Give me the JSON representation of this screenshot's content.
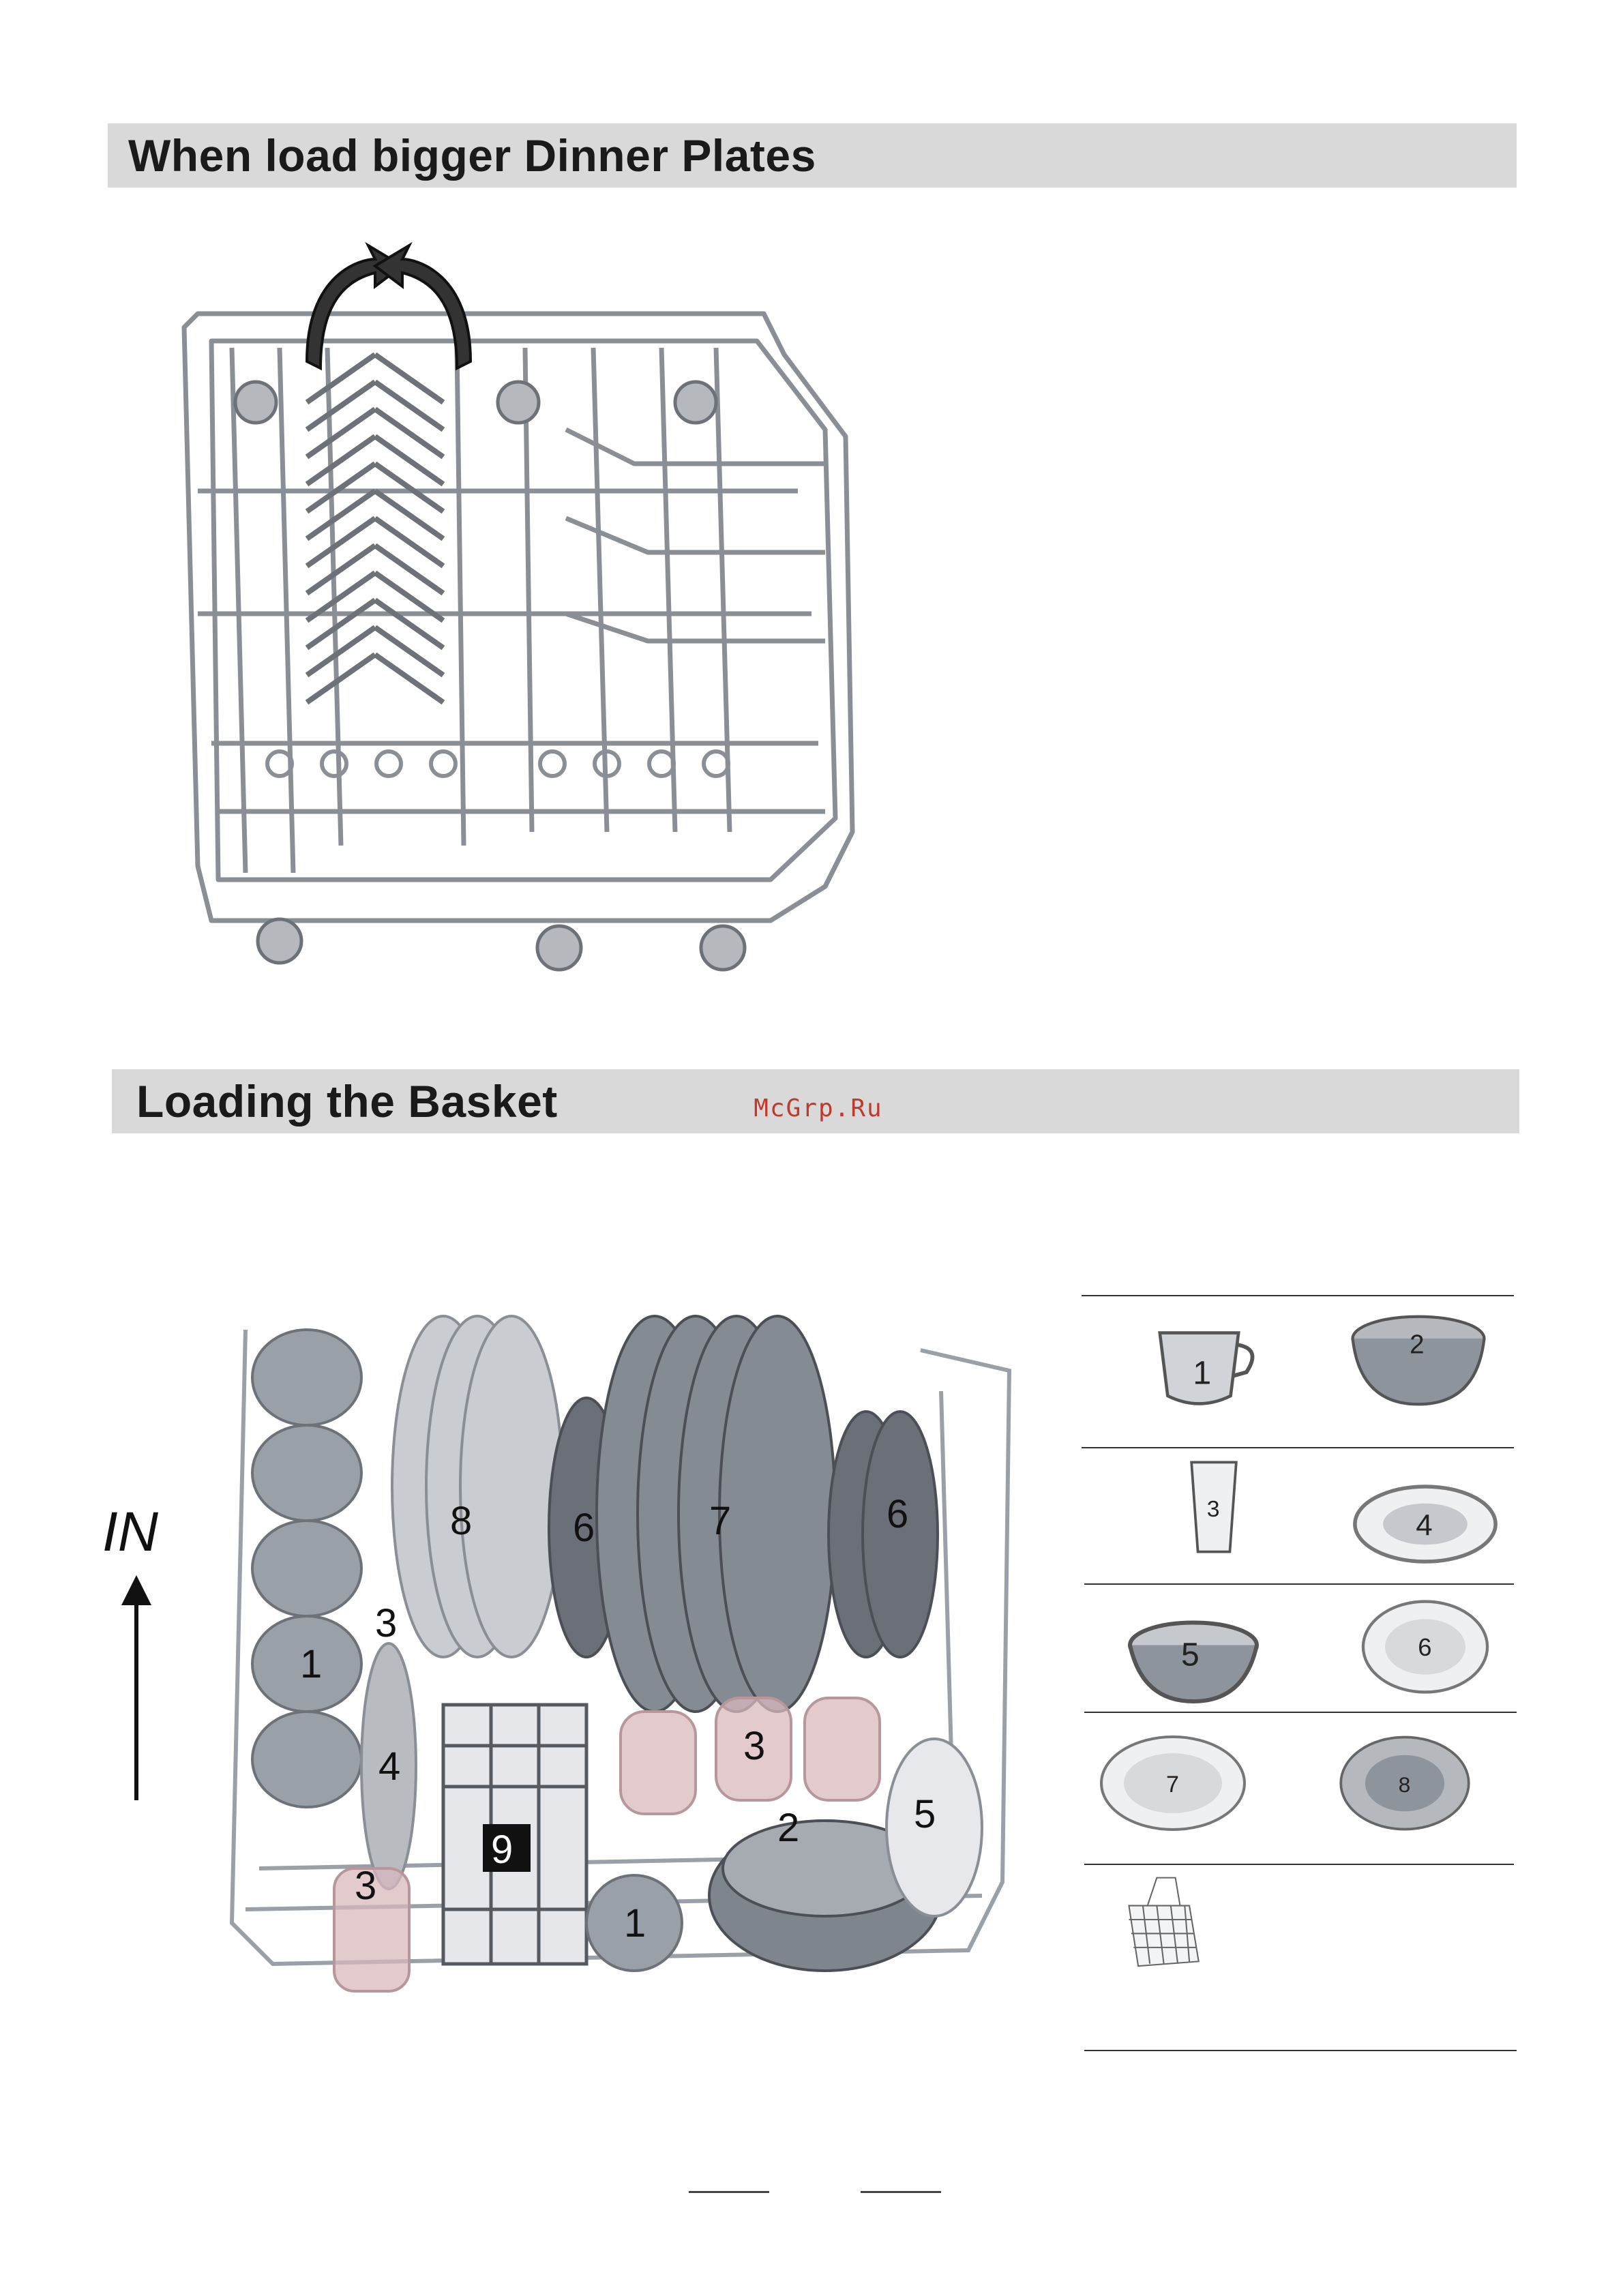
{
  "sections": {
    "plates_title": "When load bigger Dinner Plates",
    "basket_title": "Loading the Basket"
  },
  "watermark": "McGrp.Ru",
  "direction_label": "IN",
  "basket_callouts": [
    "8",
    "6",
    "7",
    "6",
    "3",
    "1",
    "4",
    "3",
    "9",
    "3",
    "2",
    "5",
    "1"
  ],
  "legend": {
    "items": [
      {
        "number": "1",
        "icon": "cup-icon"
      },
      {
        "number": "2",
        "icon": "large-bowl-icon"
      },
      {
        "number": "3",
        "icon": "glass-icon"
      },
      {
        "number": "4",
        "icon": "small-dish-icon"
      },
      {
        "number": "5",
        "icon": "small-bowl-icon"
      },
      {
        "number": "6",
        "icon": "dessert-plate-icon"
      },
      {
        "number": "7",
        "icon": "dinner-plate-icon"
      },
      {
        "number": "8",
        "icon": "soup-plate-icon"
      },
      {
        "number": "",
        "icon": "cutlery-basket-icon"
      }
    ]
  },
  "colors": {
    "section_bar": "#d9d9d9",
    "watermark": "#c0392b",
    "rack_wire": "#8a8f96",
    "dish_gray": "#9aa0a8",
    "glass_pink": "#d8b8bc"
  }
}
